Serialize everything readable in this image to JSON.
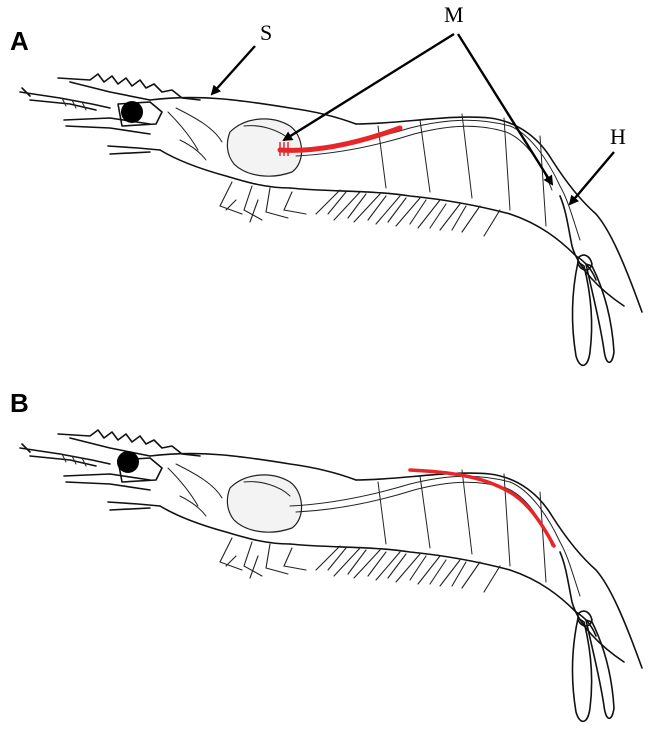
{
  "panels": [
    {
      "label": "A",
      "annotations": {
        "s": "S",
        "m": "M",
        "h": "H"
      }
    },
    {
      "label": "B"
    }
  ],
  "colors": {
    "highlight": "#e8262a",
    "ink": "#111111",
    "eye": "#000000"
  }
}
